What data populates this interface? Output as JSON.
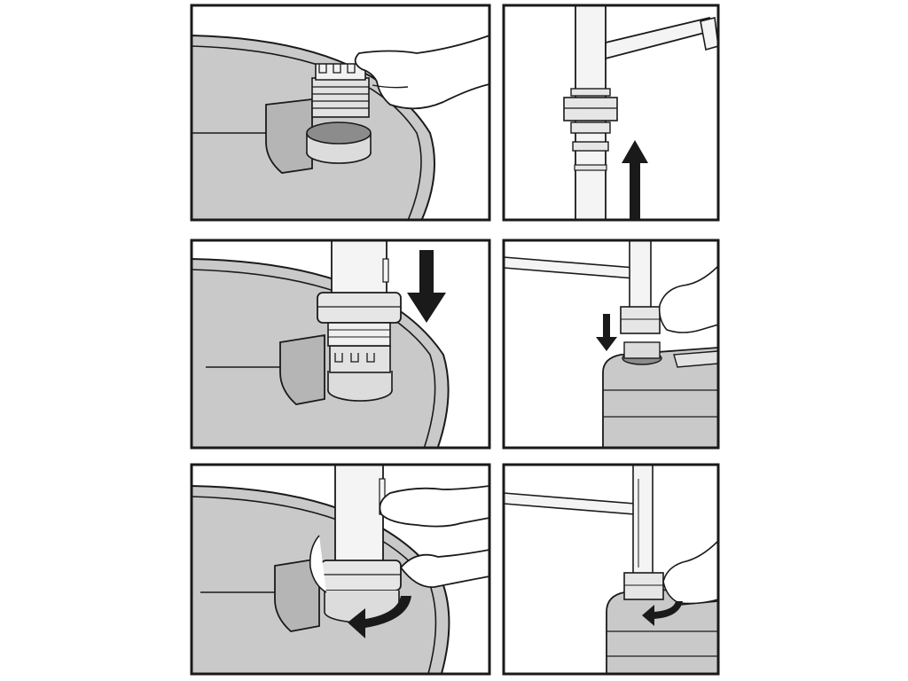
{
  "figure": {
    "panels": [
      {
        "id": "panel-1",
        "scene": "adapter-placed-on-drum-bung"
      },
      {
        "id": "panel-2",
        "scene": "pump-tube-lifted-up"
      },
      {
        "id": "panel-3",
        "scene": "pump-lowered-onto-drum-adapter"
      },
      {
        "id": "panel-4",
        "scene": "pump-lowered-into-canister"
      },
      {
        "id": "panel-5",
        "scene": "nut-tightened-on-drum"
      },
      {
        "id": "panel-6",
        "scene": "nut-tightened-on-canister"
      }
    ],
    "colors": {
      "line": "#1a1a1a",
      "drum_fill": "#c9c9c9",
      "drum_rim": "#e6e6e6",
      "part_fill": "#d4d4d4",
      "dark_fill": "#8c8c8c",
      "paper": "#ffffff"
    },
    "icons": {
      "up": "arrow-up-icon",
      "down": "arrow-down-icon",
      "rotate": "rotate-arrow-icon",
      "hand": "hand-icon"
    }
  }
}
